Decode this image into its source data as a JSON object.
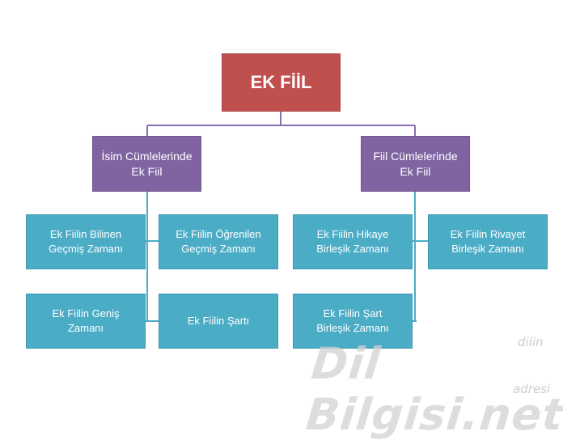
{
  "diagram": {
    "root": "EK FİİL",
    "branches": [
      {
        "label": "İsim Cümlelerinde\nEk Fiil",
        "children": [
          "Ek Fiilin Bilinen\nGeçmiş Zamanı",
          "Ek Fiilin Öğrenilen\nGeçmiş Zamanı",
          "Ek Fiilin Geniş\nZamanı",
          "Ek Fiilin Şartı"
        ]
      },
      {
        "label": "Fiil Cümlelerinde\nEk Fiil",
        "children": [
          "Ek Fiilin Hikaye\nBirleşik Zamanı",
          "Ek Fiilin Rivayet\nBirleşik Zamanı",
          "Ek Fiilin Şart\nBirleşik Zamanı"
        ]
      }
    ]
  },
  "watermark": {
    "main": "Dil Bilgisi.net",
    "top": "dilin",
    "bottom": "adresi"
  },
  "colors": {
    "root": "#c0504d",
    "branch": "#8064a2",
    "leaf": "#4bacc6",
    "connector": "#8064a2"
  }
}
